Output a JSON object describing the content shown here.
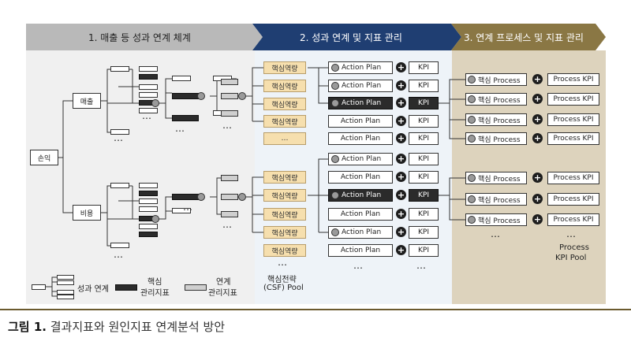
{
  "headers": {
    "step1": "1. 매출 등 성과 연계 체계",
    "step2": "2. 성과 연계 및 지표 관리",
    "step3": "3. 연계 프로세스 및 지표 관리"
  },
  "tree": {
    "root": "손익",
    "branch_revenue": "매출",
    "branch_cost": "비용"
  },
  "csf": {
    "item": "핵심역량",
    "more": "…",
    "pool_line1": "핵심전략",
    "pool_line2": "(CSF) Pool"
  },
  "plans": {
    "action_plan": "Action Plan",
    "kpi": "KPI",
    "plus": "+"
  },
  "process": {
    "item": "핵심 Process",
    "kpi": "Process KPI",
    "plus": "+",
    "pool_line1": "Process",
    "pool_line2": "KPI Pool"
  },
  "legend": {
    "link": "성과 연계",
    "core_line1": "핵심",
    "core_line2": "관리지표",
    "linked_line1": "연계",
    "linked_line2": "관리지표"
  },
  "caption": {
    "label": "그림 1.",
    "text": "결과지표와 원인지표 연계분석 방안"
  },
  "ellipsis": "…",
  "colors": {
    "step1": "#b9b9b9",
    "step2": "#1f3e72",
    "step3": "#8a7744",
    "panel1": "#f0f0f0",
    "panel2": "#eef3f8",
    "panel3": "#ddd3bd",
    "csf_fill": "#f6dfae",
    "dark_box": "#2b2b2b"
  }
}
